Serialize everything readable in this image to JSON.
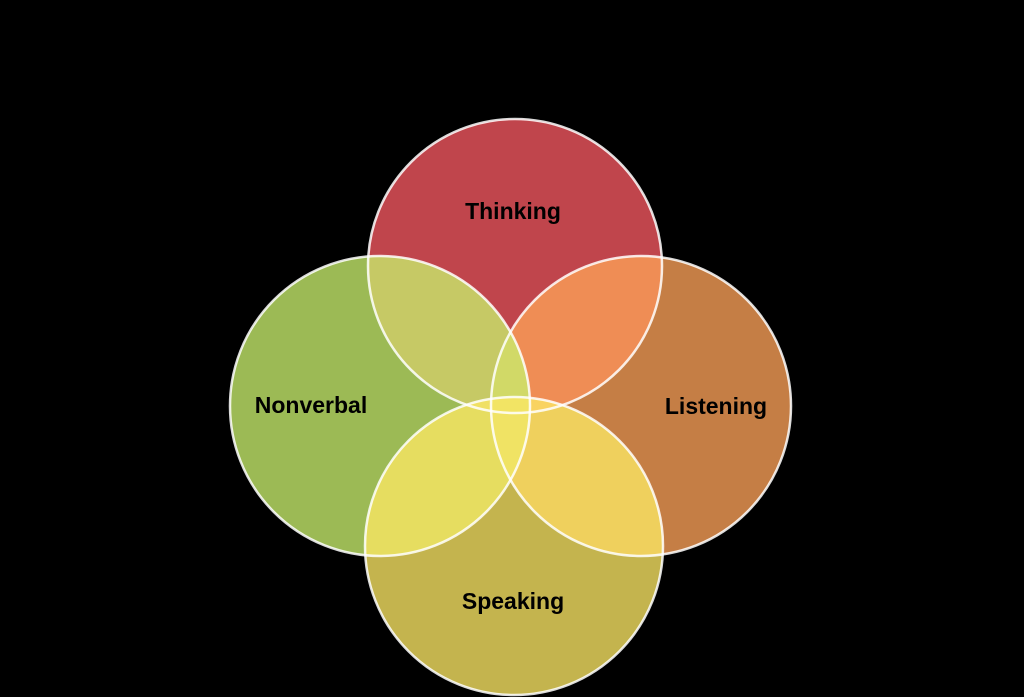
{
  "diagram": {
    "kind": "venn-4-circle",
    "background": "#000000",
    "stroke_color": "#ffffff",
    "label_color": "#000000",
    "circles": [
      {
        "id": "thinking",
        "label": "Thinking",
        "color": "#c0454c",
        "fill": "#f65861"
      },
      {
        "id": "listening",
        "label": "Listening",
        "color": "#c57e45",
        "fill": "#fda258"
      },
      {
        "id": "nonverbal",
        "label": "Nonverbal",
        "color": "#9cba55",
        "fill": "#c8ee6d"
      },
      {
        "id": "speaking",
        "label": "Speaking",
        "color": "#c4b44e",
        "fill": "#fbe764"
      }
    ]
  }
}
